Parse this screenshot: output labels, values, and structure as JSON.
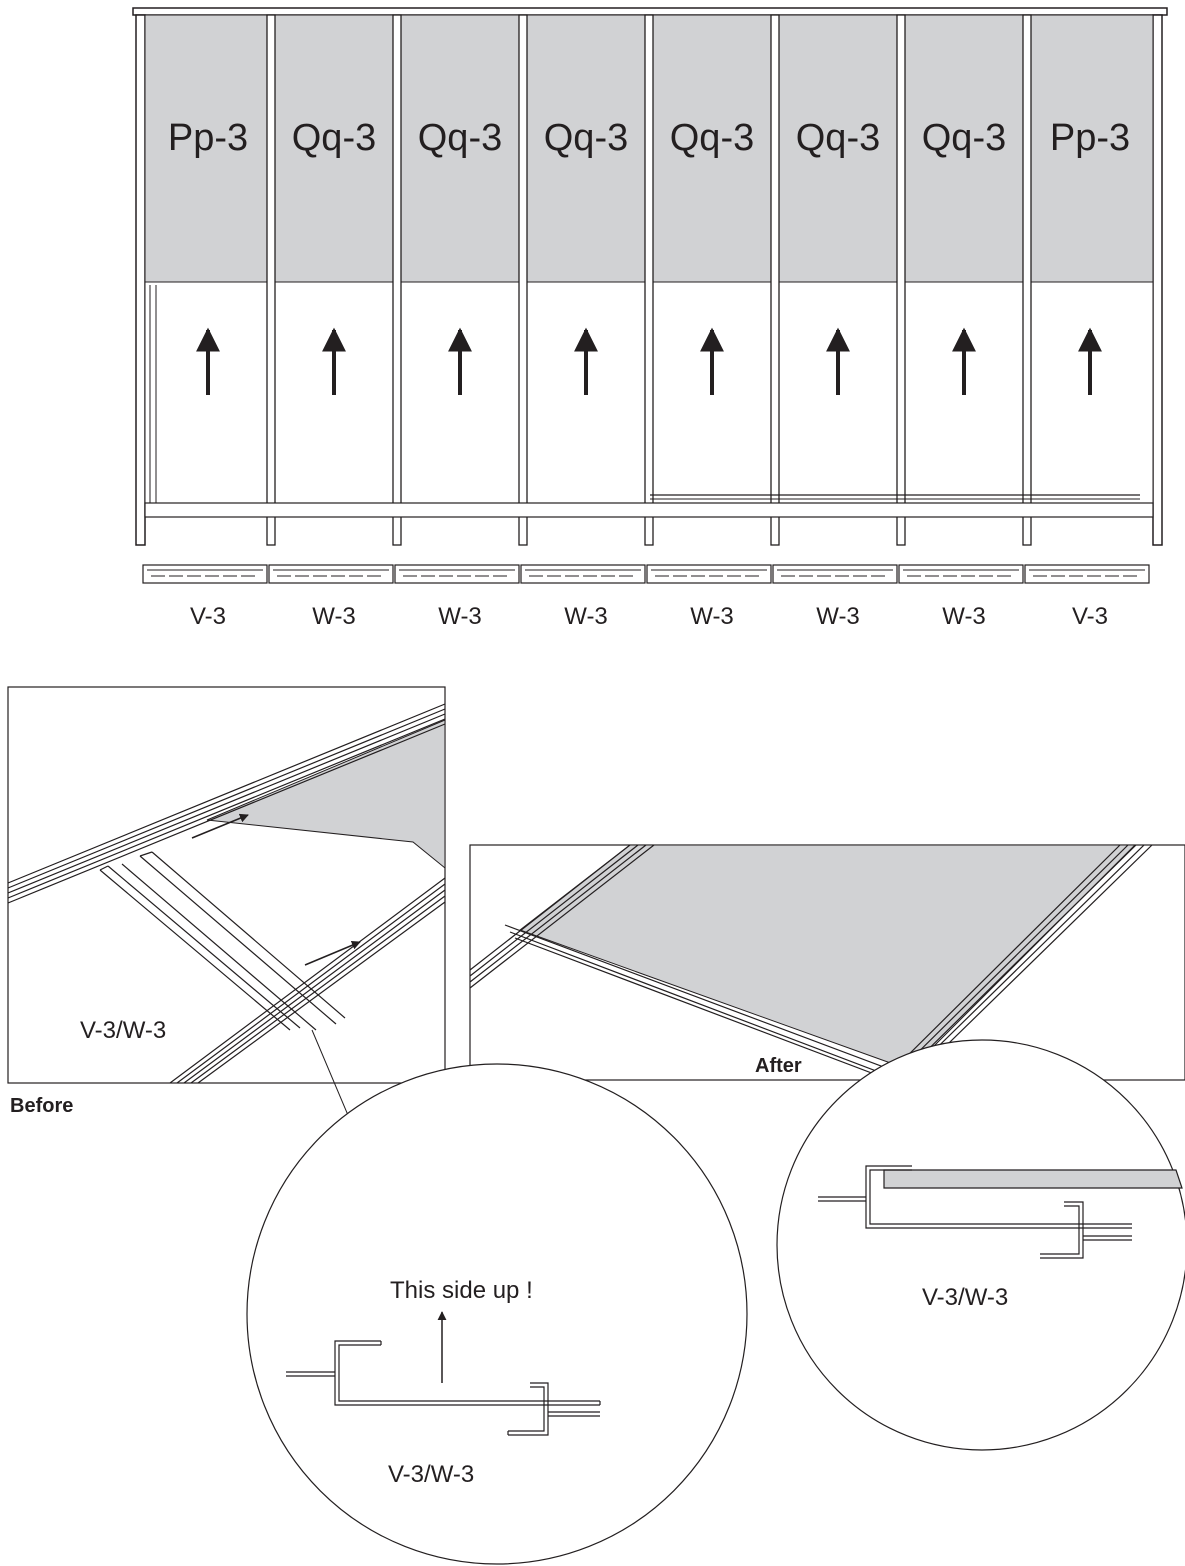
{
  "panels": [
    "Pp-3",
    "Qq-3",
    "Qq-3",
    "Qq-3",
    "Qq-3",
    "Qq-3",
    "Qq-3",
    "Pp-3"
  ],
  "profiles": [
    "V-3",
    "W-3",
    "W-3",
    "W-3",
    "W-3",
    "W-3",
    "W-3",
    "V-3"
  ],
  "before_label": "Before",
  "after_label": "After",
  "profile_callout": "V-3/W-3",
  "detail_before_note": "This side up !",
  "detail_before_profile": "V-3/W-3",
  "detail_after_profile": "V-3/W-3",
  "colors": {
    "panel_fill": "#d1d2d4",
    "line": "#231f20"
  }
}
